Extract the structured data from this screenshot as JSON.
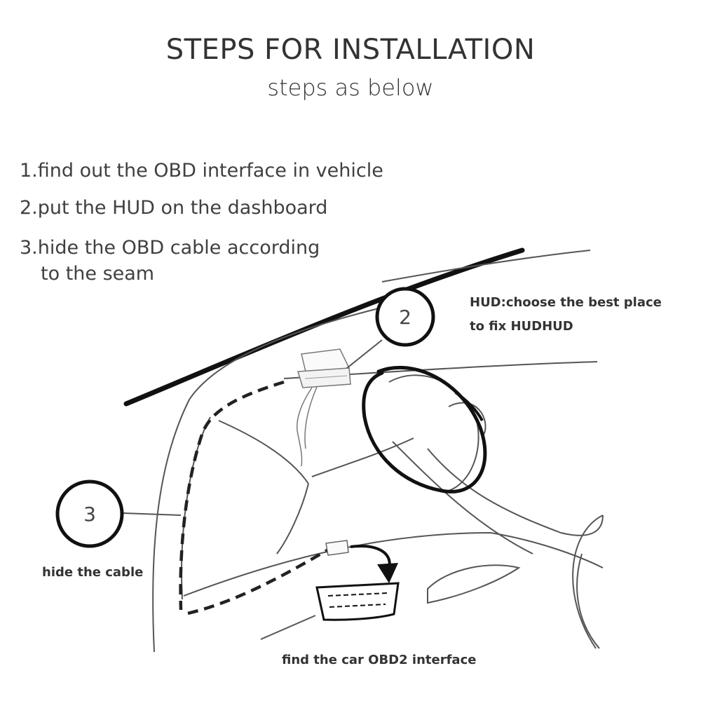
{
  "header": {
    "title": "STEPS FOR INSTALLATION",
    "subtitle": "steps as below"
  },
  "steps": {
    "step1": "1.find out the OBD interface in vehicle",
    "step2": "2.put the HUD on the dashboard",
    "step3_line1": "3.hide the OBD cable according",
    "step3_line2": "to the seam"
  },
  "callouts": {
    "marker2": "2",
    "marker3": "3",
    "hud_line1": "HUD:choose the best place",
    "hud_line2": "to fix HUDHUD",
    "cable": "hide the cable",
    "obd": "find the car OBD2 interface"
  },
  "colors": {
    "text": "#333333",
    "line": "#555555",
    "dark": "#111111"
  }
}
